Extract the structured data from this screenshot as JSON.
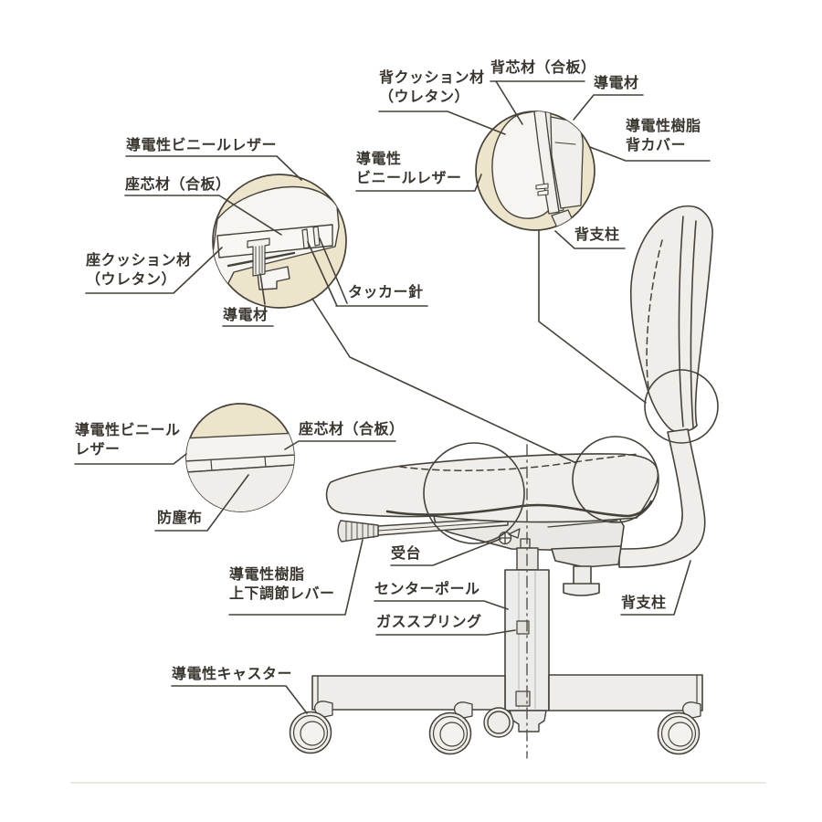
{
  "diagram": {
    "title_hint": "conductive-office-chair-parts-diagram",
    "labels": {
      "back_cushion_l1": "背クッション材",
      "back_cushion_l2": "（ウレタン）",
      "back_core": "背芯材（合板）",
      "conductive_back": "導電材",
      "back_cover_l1": "導電性樹脂",
      "back_cover_l2": "背カバー",
      "vinyl_back_l1": "導電性",
      "vinyl_back_l2": "ビニールレザー",
      "back_pillar_top": "背支柱",
      "vinyl_seat": "導電性ビニールレザー",
      "seat_core_top": "座芯材（合板）",
      "seat_cushion_l1": "座クッション材",
      "seat_cushion_l2": "（ウレタン）",
      "conductive_seat": "導電材",
      "tacker": "タッカー針",
      "vinyl_mid_l1": "導電性ビニール",
      "vinyl_mid_l2": "レザー",
      "seat_core_mid": "座芯材（合板）",
      "dust_cloth": "防塵布",
      "receiver": "受台",
      "lever_l1": "導電性樹脂",
      "lever_l2": "上下調節レバー",
      "center_pole": "センターポール",
      "gas_spring": "ガススプリング",
      "back_pillar_bottom": "背支柱",
      "caster": "導電性キャスター"
    },
    "colors": {
      "line": "#46423a",
      "text": "#3a362f",
      "magnifier_fill": "#ece4cb",
      "chair_fill": "#efeeea",
      "cushion_white": "#f6f5f1",
      "background": "#ffffff"
    }
  }
}
